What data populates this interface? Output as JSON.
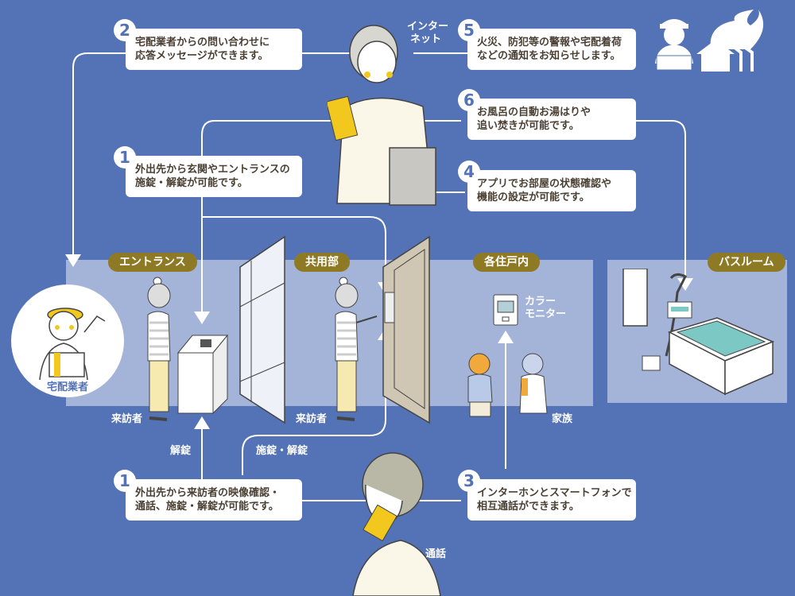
{
  "zones": {
    "entrance": "エントランス",
    "common_area": "共用部",
    "each_unit": "各住戸内",
    "bathroom": "バスルーム"
  },
  "callouts": [
    {
      "number": "2",
      "lines": [
        "宅配業者からの問い合わせに",
        "応答メッセージができます。"
      ]
    },
    {
      "number": "5",
      "lines": [
        "火災、防犯等の警報や宅配着荷",
        "などの通知をお知らせします。"
      ]
    },
    {
      "number": "6",
      "lines": [
        "お風呂の自動お湯はりや",
        "追い焚きが可能です。"
      ]
    },
    {
      "number": "1",
      "lines": [
        "外出先から玄関やエントランスの",
        "施錠・解錠が可能です。"
      ]
    },
    {
      "number": "4",
      "lines": [
        "アプリでお部屋の状態確認や",
        "機能の設定が可能です。"
      ]
    },
    {
      "number": "1",
      "lines": [
        "外出先から来訪者の映像確認・",
        "通話、施錠・解錠が可能です。"
      ]
    },
    {
      "number": "3",
      "lines": [
        "インターホンとスマートフォンで",
        "相互通話ができます。"
      ]
    }
  ],
  "labels": {
    "internet": [
      "インター",
      "ネット"
    ],
    "delivery_person": "宅配業者",
    "visitor_entrance": "来訪者",
    "visitor_common": "来訪者",
    "unlock": "解錠",
    "lock_unlock": "施錠・解錠",
    "color_monitor": [
      "カラー",
      "モニター"
    ],
    "family": "家族",
    "call": "通話"
  },
  "icons": [
    "delivery-person-icon",
    "house-fire-icon",
    "smartphone-icon",
    "intercom-panel-icon",
    "color-monitor-icon",
    "bath-remote-icon"
  ],
  "colors": {
    "background": "#5472b6",
    "zone": "#a3b4d8",
    "tag": "#8e7a24",
    "accent_yellow": "#f2c81e",
    "bath_water": "#7cc8c4"
  }
}
